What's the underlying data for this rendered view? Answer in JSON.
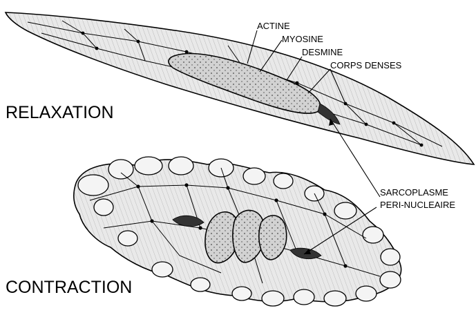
{
  "labels": {
    "actine": "ACTINE",
    "myosine": "MYOSINE",
    "desmine": "DESMINE",
    "corps_denses": "CORPS DENSES",
    "sarcoplasme_line1": "SARCOPLASME",
    "sarcoplasme_line2": "PERI-NUCLEAIRE",
    "relaxation": "RELAXATION",
    "contraction": "CONTRACTION"
  },
  "colors": {
    "ink": "#000000",
    "background": "#ffffff",
    "cell_fill": "#e9e9e9",
    "nucleus_fill": "#d2d2d2"
  }
}
